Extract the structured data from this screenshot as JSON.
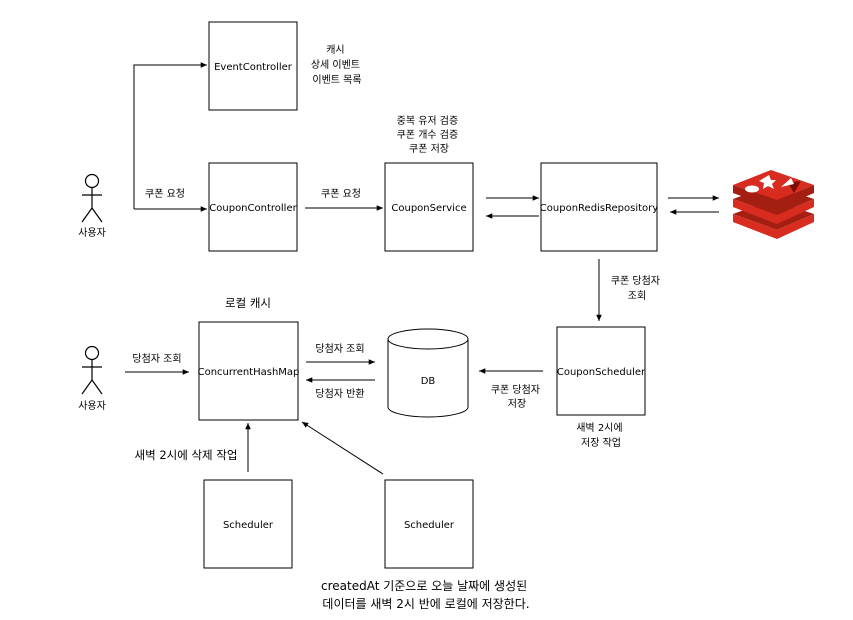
{
  "actors": {
    "top": {
      "label": "사용자"
    },
    "bottom": {
      "label": "사용자"
    }
  },
  "boxes": {
    "event_controller": "EventController",
    "coupon_controller": "CouponController",
    "coupon_service": "CouponService",
    "coupon_redis_repository": "CouponRedisRepository",
    "coupon_scheduler": "CouponScheduler",
    "concurrent_hash_map": "ConcurrentHashMap",
    "db": "DB",
    "scheduler_left": "Scheduler",
    "scheduler_right": "Scheduler"
  },
  "notes": {
    "event_controller": [
      "캐시",
      "상세 이벤트",
      "이벤트 목록"
    ],
    "coupon_service": [
      "중복 유저 검증",
      "쿠폰 개수 검증",
      "쿠폰 저장"
    ],
    "local_cache": "로컬 캐시",
    "coupon_scheduler": [
      "새벽 2시에",
      "저장 작업"
    ],
    "bottom_caption": [
      "createdAt 기준으로 오늘 날짜에 생성된",
      "데이터를 새벽 2시 반에 로컬에 저장한다."
    ]
  },
  "edges": {
    "user_to_controller": "쿠폰 요청",
    "controller_to_service": "쿠폰 요청",
    "redis_to_scheduler": [
      "쿠폰 당첨자",
      "조회"
    ],
    "scheduler_to_db": [
      "쿠폰 당첨자",
      "저장"
    ],
    "user_to_hashmap": "당첨자 조회",
    "hashmap_to_db": "당첨자 조회",
    "db_to_hashmap": "당첨자 반환",
    "scheduler_delete": "새벽 2시에 삭제 작업"
  },
  "icons": {
    "redis": "redis-logo-icon",
    "actor": "stick-figure-icon"
  },
  "colors": {
    "redis_red": "#d82c20",
    "redis_dark": "#a41e11"
  }
}
